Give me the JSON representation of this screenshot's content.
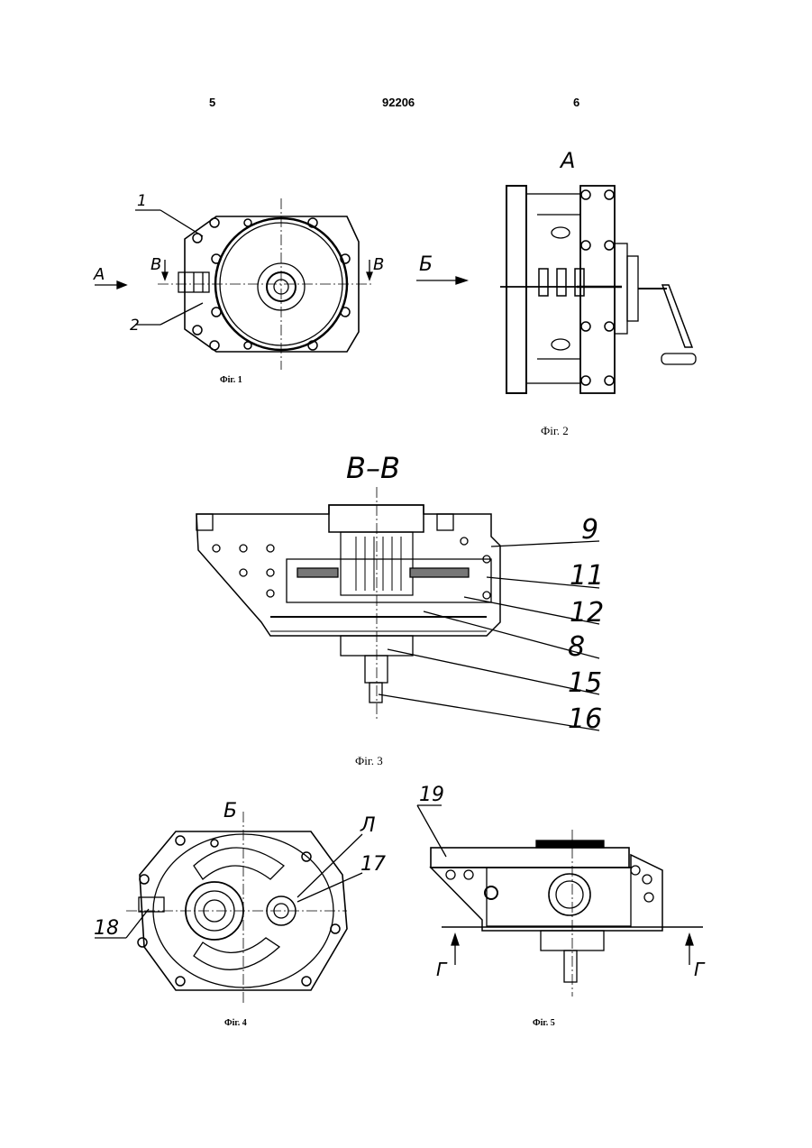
{
  "header": {
    "left_page": "5",
    "patent_number": "92206",
    "right_page": "6"
  },
  "fig1": {
    "caption": "Фіг. 1",
    "label_1": "1",
    "label_2": "2",
    "arrow_a": "А",
    "section_left": "В",
    "section_right": "В"
  },
  "fig2": {
    "caption": "Фіг. 2",
    "view_title": "А",
    "arrow_b": "Б"
  },
  "fig3": {
    "caption": "Фіг. 3",
    "section_title": "В–В",
    "labels": [
      "9",
      "11",
      "12",
      "8",
      "15",
      "16"
    ]
  },
  "fig4": {
    "caption": "Фіг. 4",
    "view_title": "Б",
    "label_l": "Л",
    "label_17": "17",
    "label_18": "18"
  },
  "fig5": {
    "caption": "Фіг. 5",
    "label_19": "19",
    "section_left": "Г",
    "section_right": "Г"
  }
}
